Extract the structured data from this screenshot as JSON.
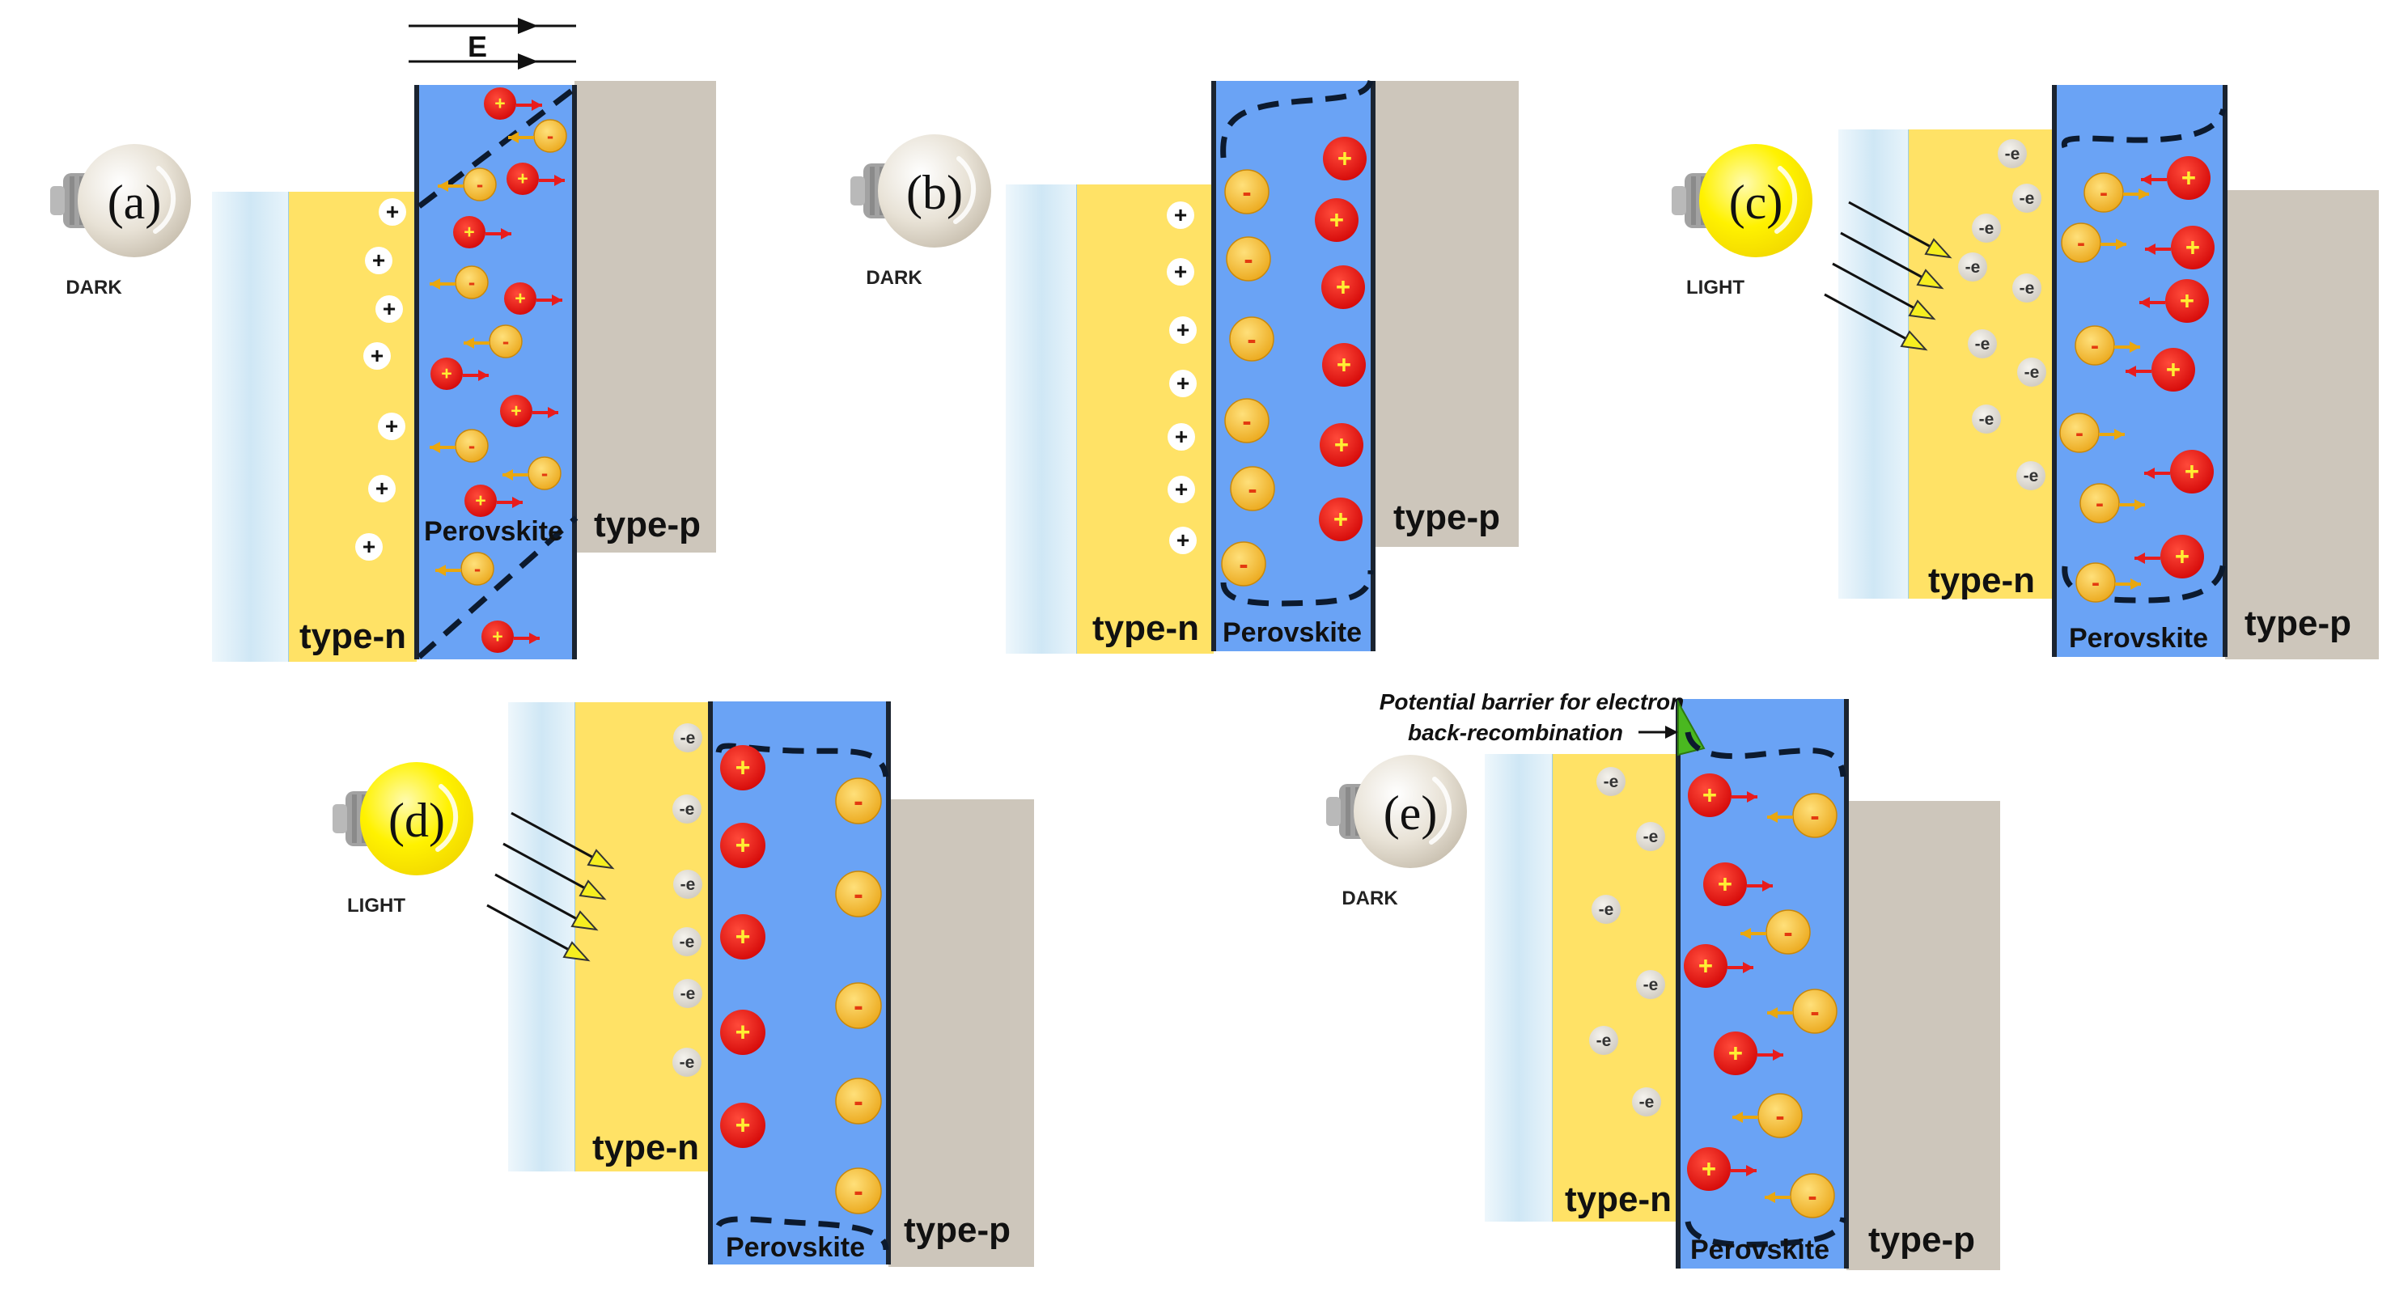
{
  "panels": {
    "a": {
      "letter": "(a)",
      "state": "DARK",
      "n_label": "type-n",
      "p_label": "type-p",
      "perov_label": "Perovskite",
      "field_label": "E"
    },
    "b": {
      "letter": "(b)",
      "state": "DARK",
      "n_label": "type-n",
      "p_label": "type-p",
      "perov_label": "Perovskite"
    },
    "c": {
      "letter": "(c)",
      "state": "LIGHT",
      "n_label": "type-n",
      "p_label": "type-p",
      "perov_label": "Perovskite"
    },
    "d": {
      "letter": "(d)",
      "state": "LIGHT",
      "n_label": "type-n",
      "p_label": "type-p",
      "perov_label": "Perovskite"
    },
    "e": {
      "letter": "(e)",
      "state": "DARK",
      "n_label": "type-n",
      "p_label": "type-p",
      "perov_label": "Perovskite",
      "barrier_line1": "Potential barrier for electron",
      "barrier_line2": "back-recombination"
    }
  },
  "symbols": {
    "hole": "+",
    "anion": "-",
    "electron": "-e"
  },
  "colors": {
    "glass": "#d7ecf7",
    "type_n": "#ffe266",
    "perovskite": "#6aa3f5",
    "type_p": "#cdc6bb",
    "cation": "#ee1111",
    "cation_sign": "#ffee33",
    "anion": "#f6c23a",
    "anion_sign": "#e33a10",
    "cation_arrow": "#e81c1c",
    "anion_arrow": "#e9a70e",
    "bulb_dark": "#ddd6c9",
    "bulb_light": "#fff000",
    "bulb_base": "#9a9a9a",
    "electron": "#dcd8cf",
    "barrier": "#4ab820"
  }
}
